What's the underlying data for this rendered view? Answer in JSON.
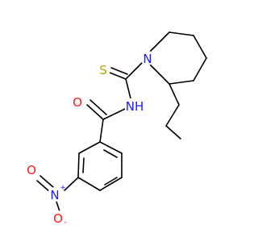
{
  "molecule": {
    "atoms": {
      "sulfur": {
        "symbol": "S",
        "color": "#b5a400"
      },
      "nitrogen_ring": {
        "symbol": "N",
        "color": "#1a1aff"
      },
      "nitrogen_amide": {
        "symbol": "NH",
        "color": "#1a1aff"
      },
      "oxygen_carbonyl": {
        "symbol": "O",
        "color": "#ff1a1a"
      },
      "nitro_nitrogen": {
        "symbol": "N",
        "charge": "+",
        "color": "#1a1aff"
      },
      "nitro_oxygen_double": {
        "symbol": "O",
        "color": "#ff1a1a"
      },
      "nitro_oxygen_single": {
        "symbol": "O",
        "charge": "-",
        "color": "#ff1a1a"
      }
    }
  }
}
